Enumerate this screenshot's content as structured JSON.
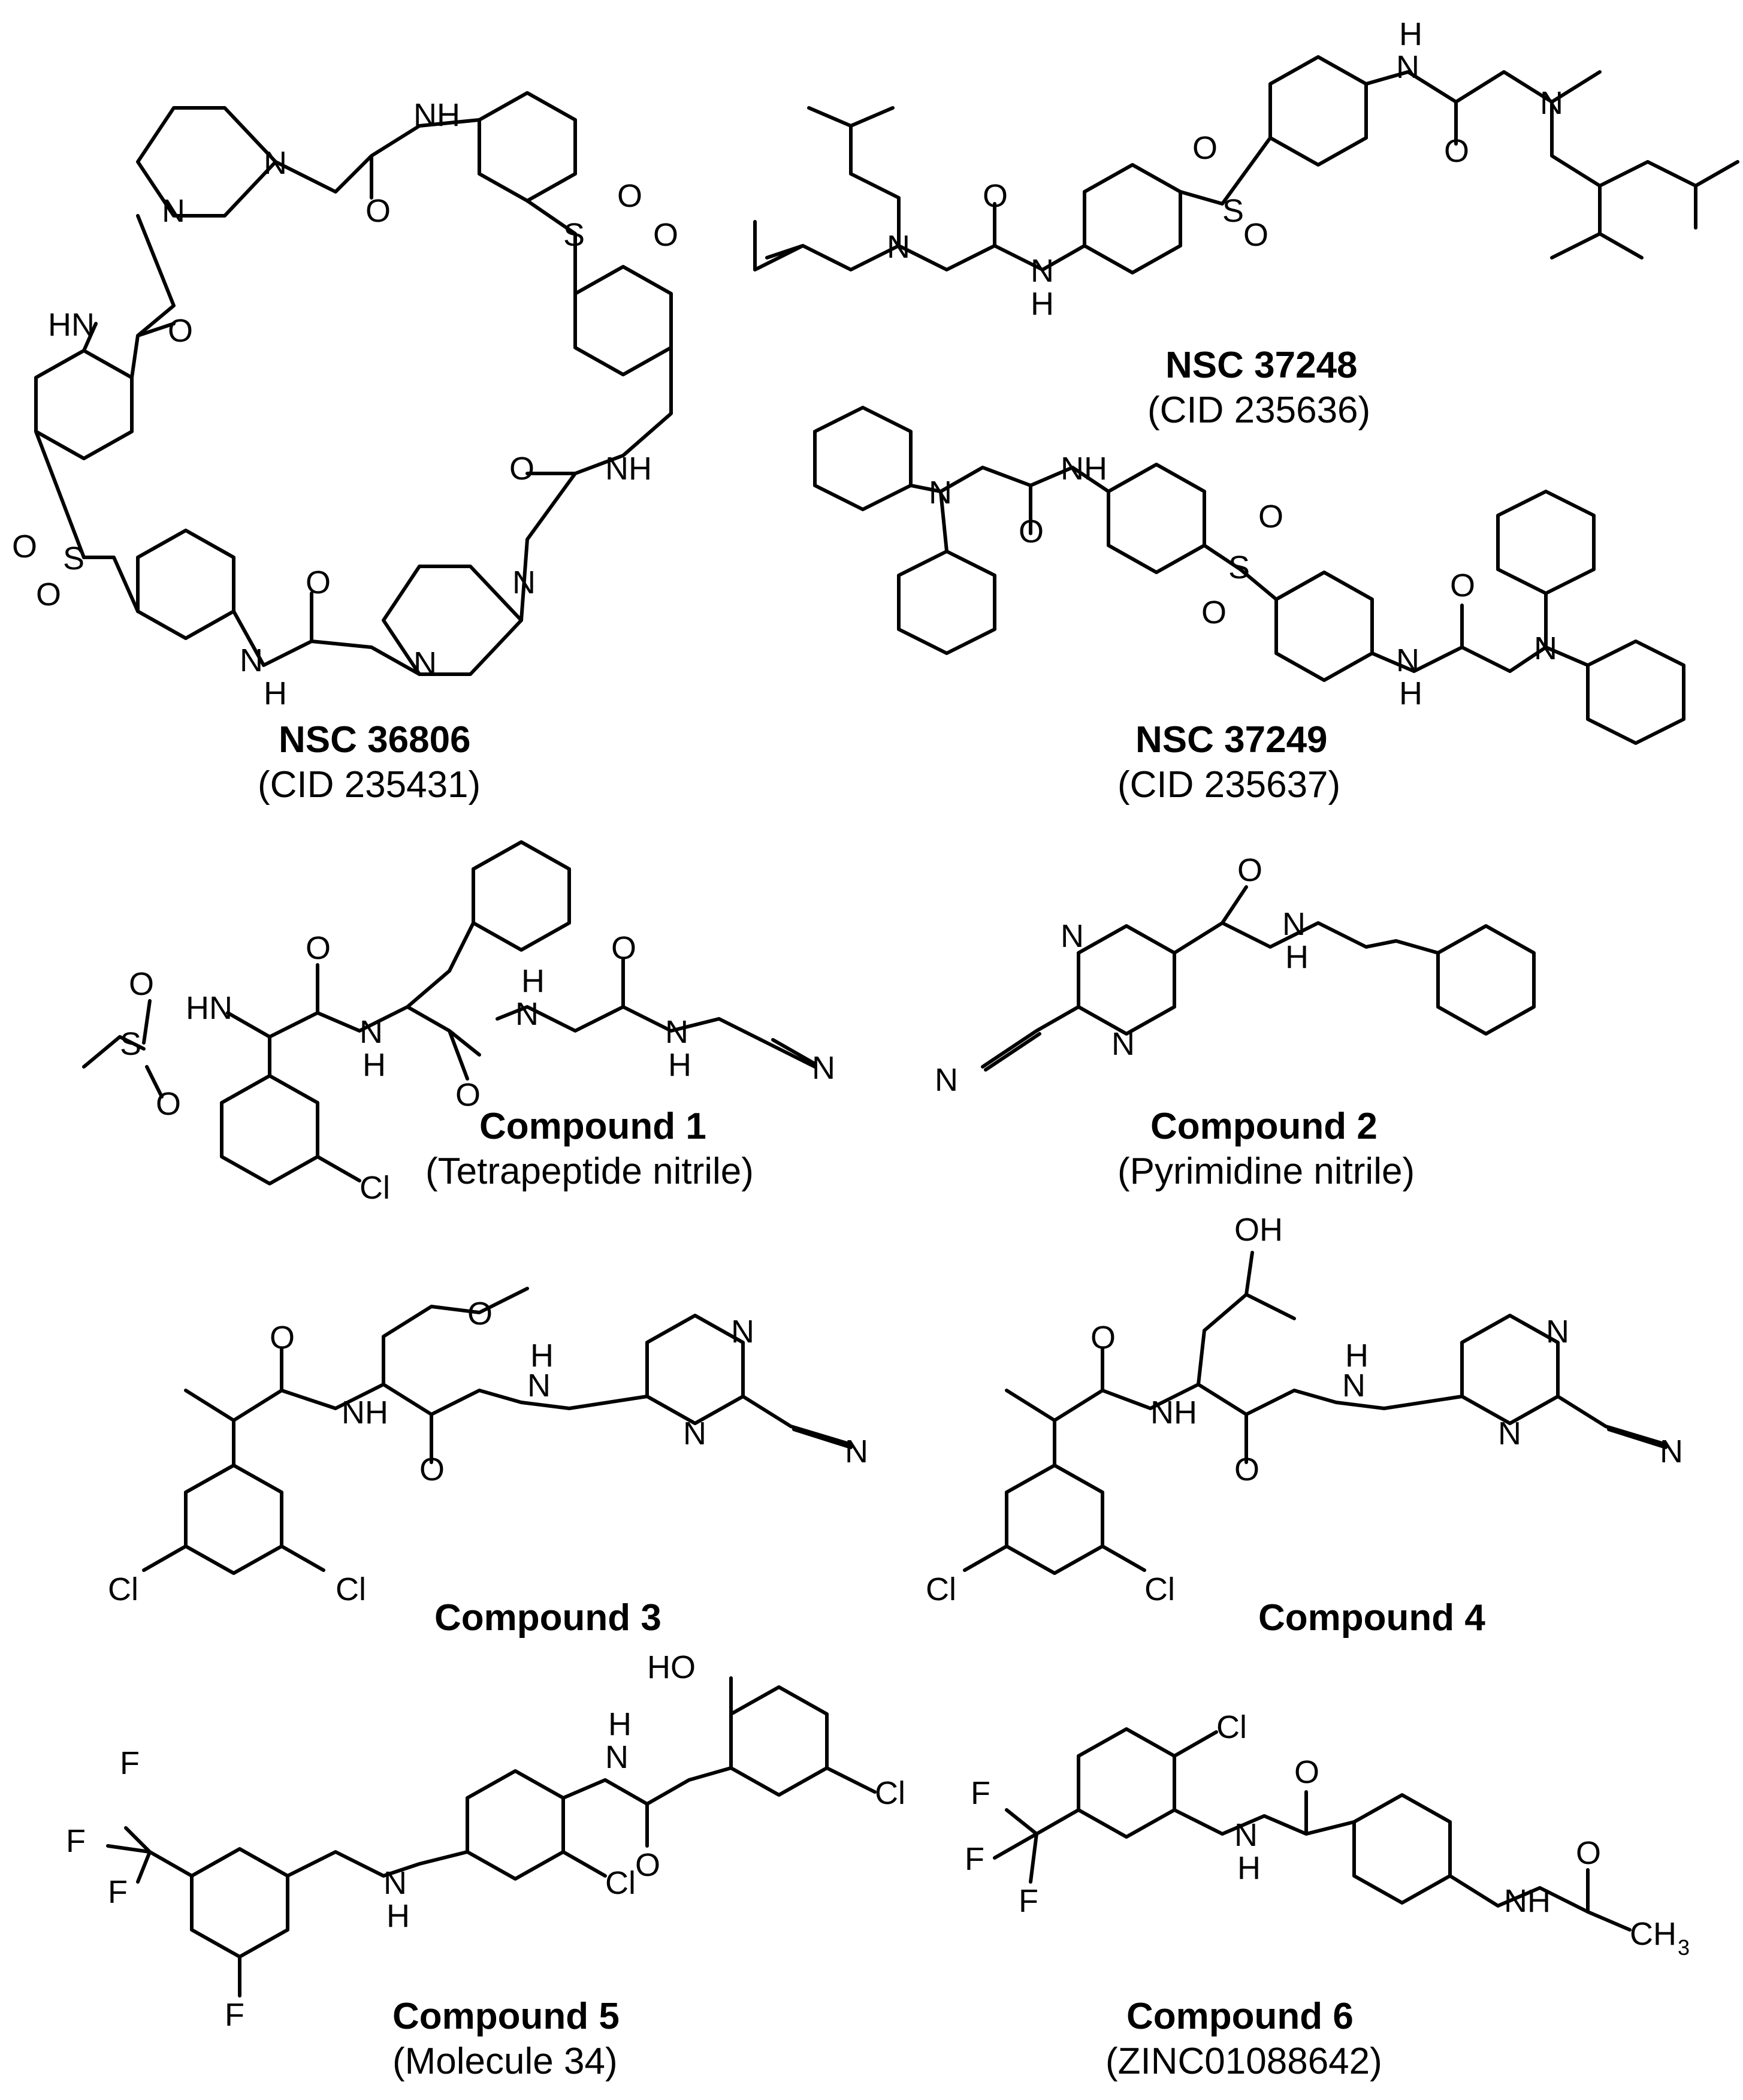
{
  "atoms": {
    "N": "N",
    "NH": "NH",
    "HN": "HN",
    "H": "H",
    "O": "O",
    "S": "S",
    "Cl": "Cl",
    "F": "F",
    "HO": "HO",
    "OH": "OH",
    "CH": "CH",
    "three": "3"
  },
  "compounds": {
    "nsc36806": {
      "name": "NSC 36806",
      "cid": "(CID 235431)"
    },
    "nsc37248": {
      "name": "NSC 37248",
      "cid": "(CID 235636)"
    },
    "nsc37249": {
      "name": "NSC 37249",
      "cid": "(CID 235637)"
    },
    "c1": {
      "name": "Compound 1",
      "sub": "(Tetrapeptide nitrile)"
    },
    "c2": {
      "name": "Compound 2",
      "sub": "(Pyrimidine nitrile)"
    },
    "c3": {
      "name": "Compound 3"
    },
    "c4": {
      "name": "Compound 4"
    },
    "c5": {
      "name": "Compound 5",
      "sub": "(Molecule 34)"
    },
    "c6": {
      "name": "Compound 6",
      "sub": "(ZINC01088642)"
    }
  }
}
